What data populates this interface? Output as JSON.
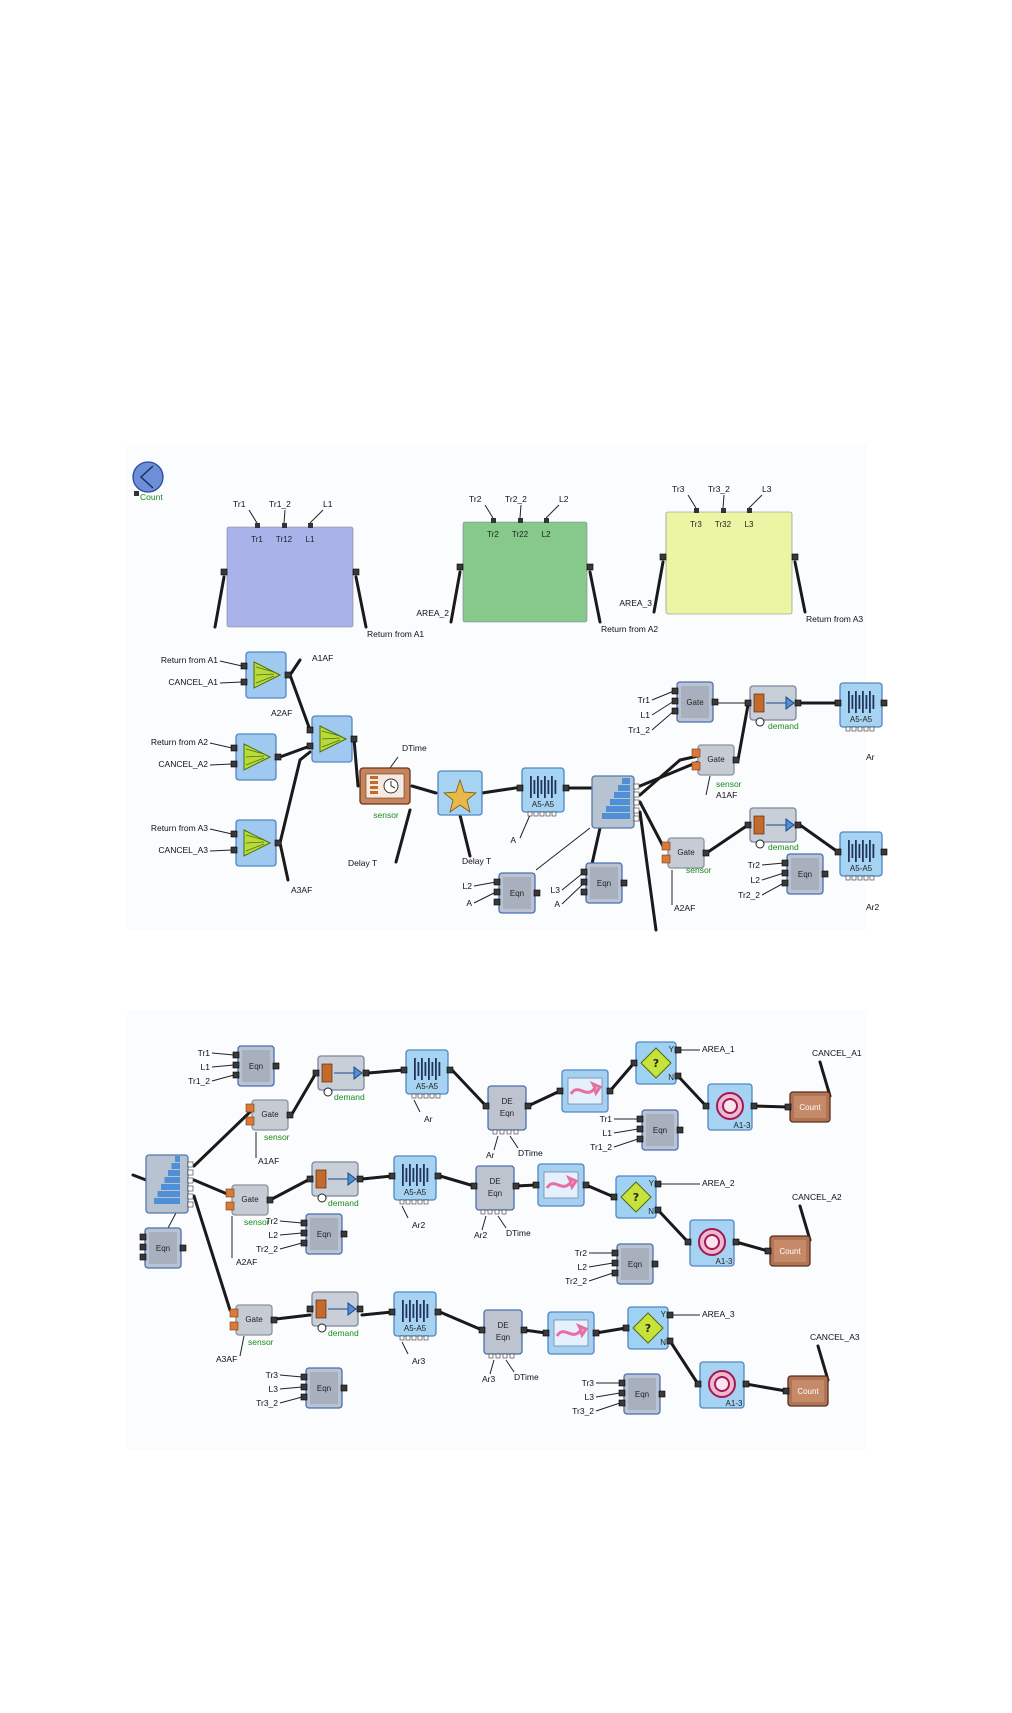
{
  "top": {
    "count_icon": "Count",
    "areas": [
      {
        "inputs": [
          "Tr1",
          "Tr1_2",
          "L1"
        ],
        "ports": [
          "Tr1",
          "Tr12",
          "L1"
        ],
        "left": "",
        "right": "Return from A1",
        "color": "#a9b3ea"
      },
      {
        "inputs": [
          "Tr2",
          "Tr2_2",
          "L2"
        ],
        "ports": [
          "Tr2",
          "Tr22",
          "L2"
        ],
        "left": "AREA_2",
        "right": "Return from A2",
        "color": "#86c98a"
      },
      {
        "inputs": [
          "Tr3",
          "Tr3_2",
          "L3"
        ],
        "ports": [
          "Tr3",
          "Tr32",
          "L3"
        ],
        "left": "AREA_3",
        "right": "Return from A3",
        "color": "#ecf5a3"
      }
    ],
    "gather": [
      {
        "in1": "Return from A1",
        "in2": "CANCEL_A1",
        "out": "A1AF"
      },
      {
        "in1": "Return from A2",
        "in2": "CANCEL_A2",
        "out": "A2AF"
      },
      {
        "in1": "Return from A3",
        "in2": "CANCEL_A3",
        "out": "A3AF"
      }
    ],
    "activity": {
      "dtime": "DTime",
      "sensor": "sensor",
      "delay": "Delay T"
    },
    "actor": {
      "delay": "Delay T"
    },
    "queue": {
      "label": "A5-A5"
    },
    "dist": [
      {
        "label": "Eqn",
        "in1": "L2",
        "in2": "A"
      },
      {
        "label": "Eqn",
        "in1": "L3",
        "in2": "A"
      }
    ],
    "a_label": "A",
    "route": [
      {
        "eqn_in": [
          "Tr1",
          "L1",
          "Tr1_2"
        ],
        "gate": "Gate",
        "sensor": "sensor",
        "demand": "demand",
        "out": "A1AF",
        "queue": "A5-A5",
        "ar": "Ar"
      },
      {
        "eqn_in": [
          "Tr2",
          "L2",
          "Tr2_2"
        ],
        "gate": "Gate",
        "sensor": "sensor",
        "demand": "demand",
        "out": "A2AF",
        "queue": "A5-A5",
        "ar": "Ar2"
      }
    ]
  },
  "bottom": {
    "rows": [
      {
        "eqn_in": [
          "Tr1",
          "L1",
          "Tr1_2"
        ],
        "gate": "Gate",
        "sensor": "sensor",
        "out": "A1AF",
        "demand": "demand",
        "queue": "A5-A5",
        "ar": "Ar",
        "de1": "DE",
        "de2": "Eqn",
        "ar2": "Ar",
        "dtime": "DTime",
        "area": "AREA_1",
        "cancel": "CANCEL_A1",
        "eq2_in": [
          "Tr1",
          "L1",
          "Tr1_2"
        ],
        "q2": "A1-3",
        "count": "Count"
      },
      {
        "eqn_in": [
          "Tr2",
          "L2",
          "Tr2_2"
        ],
        "gate": "Gate",
        "sensor": "sensor",
        "out": "A2AF",
        "demand": "demand",
        "queue": "A5-A5",
        "ar": "Ar2",
        "de1": "DE",
        "de2": "Eqn",
        "ar2": "Ar2",
        "dtime": "DTime",
        "area": "AREA_2",
        "cancel": "CANCEL_A2",
        "eq2_in": [
          "Tr2",
          "L2",
          "Tr2_2"
        ],
        "q2": "A1-3",
        "count": "Count"
      },
      {
        "eqn_in": [
          "Tr3",
          "L3",
          "Tr3_2"
        ],
        "gate": "Gate",
        "sensor": "sensor",
        "out": "A3AF",
        "demand": "demand",
        "queue": "A5-A5",
        "ar": "Ar3",
        "de1": "DE",
        "de2": "Eqn",
        "ar2": "Ar3",
        "dtime": "DTime",
        "area": "AREA_3",
        "cancel": "CANCEL_A3",
        "eq2_in": [
          "Tr3",
          "L3",
          "Tr3_2"
        ],
        "q2": "A1-3",
        "count": "Count"
      }
    ],
    "left_eqn": "Eqn",
    "yn": {
      "y": "Y",
      "n": "N"
    }
  }
}
